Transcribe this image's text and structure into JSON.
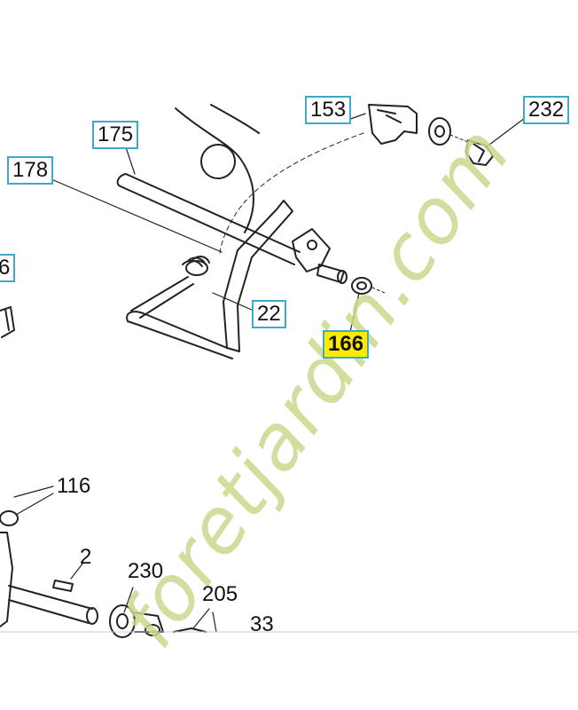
{
  "callouts": {
    "c153": "153",
    "c232": "232",
    "c175": "175",
    "c178": "178",
    "c6": "6",
    "c22": "22",
    "c166": "166",
    "c116": "116",
    "c2": "2",
    "c230": "230",
    "c205": "205",
    "c33": "33"
  },
  "watermark": {
    "text": "foretjardin.com",
    "color_light": "#d8e6a6",
    "color_dark": "#cfc7b6"
  },
  "colors": {
    "label_box_border": "#3fa9c9",
    "highlight": "#ffea00",
    "line_art": "#222222"
  }
}
